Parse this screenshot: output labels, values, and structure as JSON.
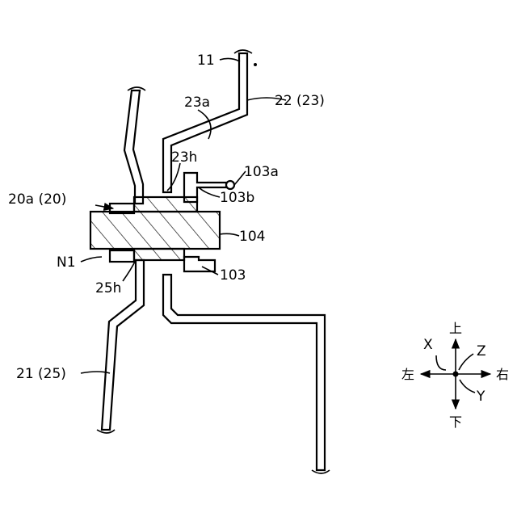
{
  "labels": {
    "part_11": "11",
    "part_22_23": "22 (23)",
    "part_23a": "23a",
    "part_23h": "23h",
    "part_103a": "103a",
    "part_103b": "103b",
    "part_20a_20": "20a (20)",
    "part_104": "104",
    "part_N1": "N1",
    "part_25h": "25h",
    "part_103": "103",
    "part_21_25": "21 (25)"
  },
  "axes": {
    "up": "上",
    "down": "下",
    "left": "左",
    "right": "右",
    "x": "X",
    "y": "Y",
    "z": "Z"
  }
}
